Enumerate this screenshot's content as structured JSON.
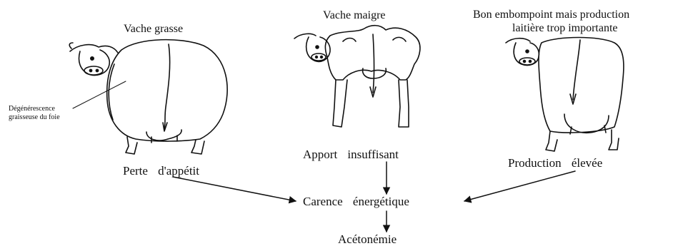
{
  "cows": {
    "fat": {
      "title": "Vache grasse",
      "annotation_line1": "Dégénérescence",
      "annotation_line2": "graisseuse du foie",
      "cause": "Perte d'appétit"
    },
    "thin": {
      "title": "Vache maigre",
      "cause": "Apport insuffisant"
    },
    "producer": {
      "title_line1": "Bon embompoint mais production",
      "title_line2": "laitière trop importante",
      "cause": "Production élevée"
    }
  },
  "outcomes": {
    "deficit": "Carence énergétique",
    "disease": "Acétonémie"
  }
}
